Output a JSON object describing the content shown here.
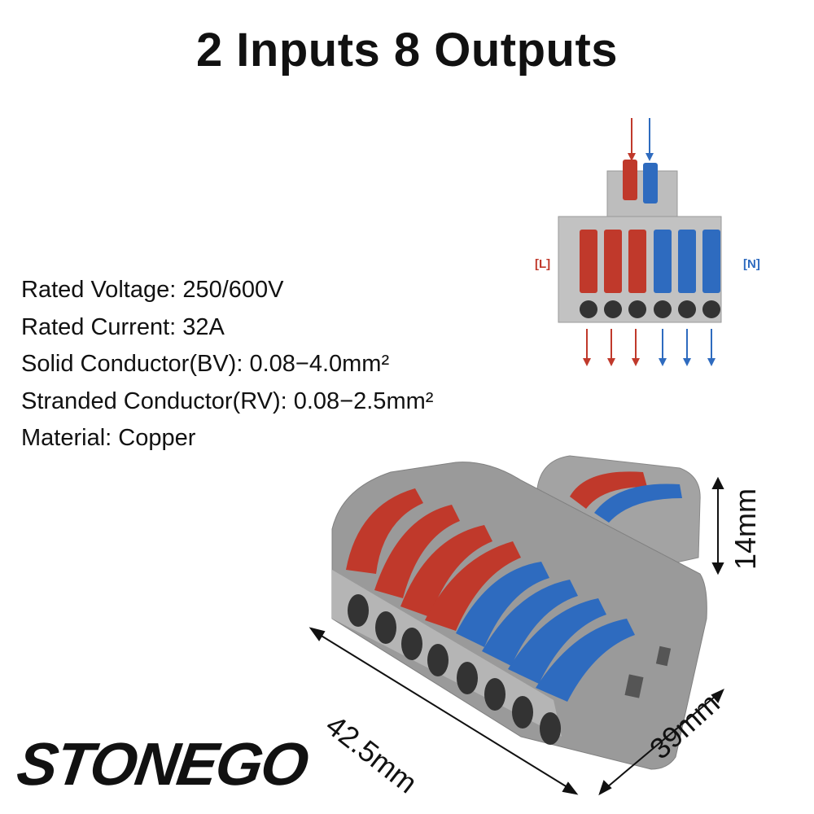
{
  "title": "2 Inputs 8 Outputs",
  "specs": {
    "voltage": "Rated Voltage: 250/600V",
    "current": "Rated Current: 32A",
    "solid": "Solid Conductor(BV): 0.08−4.0mm²",
    "stranded": "Stranded Conductor(RV): 0.08−2.5mm²",
    "material": "Material: Copper"
  },
  "diagram": {
    "label_left": "[L]",
    "label_right": "[N]"
  },
  "dimensions": {
    "length": "42.5mm",
    "width": "39mm",
    "height": "14mm"
  },
  "logo": {
    "text": "STONEGO"
  },
  "colors": {
    "red_lever": "#c0392b",
    "blue_lever": "#2e6bbf",
    "housing_gray": "#9a9a9a",
    "logo_accent": "#e68a00"
  }
}
